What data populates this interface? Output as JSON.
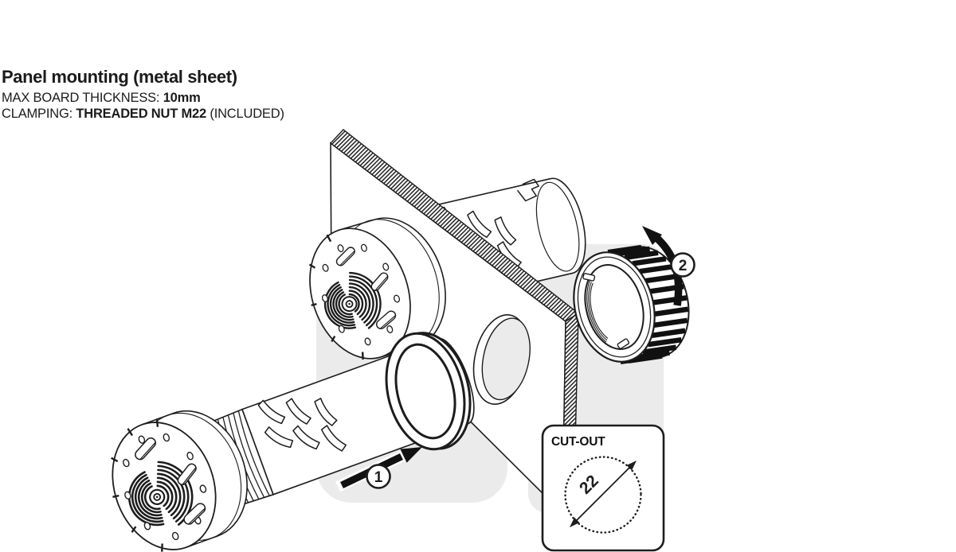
{
  "header": {
    "title": "Panel mounting (metal sheet)",
    "spec_thickness_label": "MAX BOARD THICKNESS: ",
    "spec_thickness_value": "10mm",
    "spec_clamping_label": "CLAMPING: ",
    "spec_clamping_value": "THREADED NUT M22",
    "spec_clamping_suffix": " (INCLUDED)"
  },
  "diagram": {
    "steps": [
      {
        "number": "1"
      },
      {
        "number": "2"
      }
    ],
    "cutout": {
      "label": "CUT-OUT",
      "diameter": "22"
    },
    "icons": {
      "insertion_arrow": "straight-arrow-right-up",
      "rotation_arrow": "curved-arrow-up",
      "dimension_arrow": "double-headed-diagonal-arrow"
    },
    "colors": {
      "backdrop": "#ebebeb",
      "line": "#1d1d1d",
      "fill": "#ffffff"
    }
  }
}
